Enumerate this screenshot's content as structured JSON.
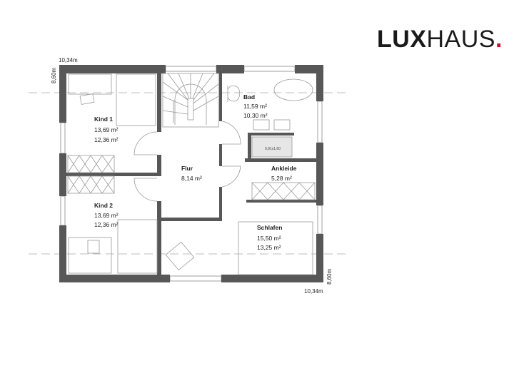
{
  "logo": {
    "bold": "LUX",
    "light": "HAUS",
    "dot": ".",
    "accent_color": "#c8102e"
  },
  "dimensions": {
    "width_top": "10,34m",
    "height_left": "8,60m",
    "width_bottom": "10,34m",
    "height_right": "8,60m"
  },
  "rooms": [
    {
      "name": "Kind 1",
      "area1": "13,69 m²",
      "area2": "12,36 m²"
    },
    {
      "name": "Flur",
      "area1": "8,14 m²"
    },
    {
      "name": "Bad",
      "area1": "11,59 m²",
      "area2": "10,30 m²"
    },
    {
      "name": "Ankleide",
      "area1": "5,28 m²"
    },
    {
      "name": "Kind 2",
      "area1": "13,69 m²",
      "area2": "12,36 m²"
    },
    {
      "name": "Schlafen",
      "area1": "15,50 m²",
      "area2": "13,25 m²"
    }
  ],
  "shower_label": "0,91x1,60",
  "wall_color": "#575757"
}
